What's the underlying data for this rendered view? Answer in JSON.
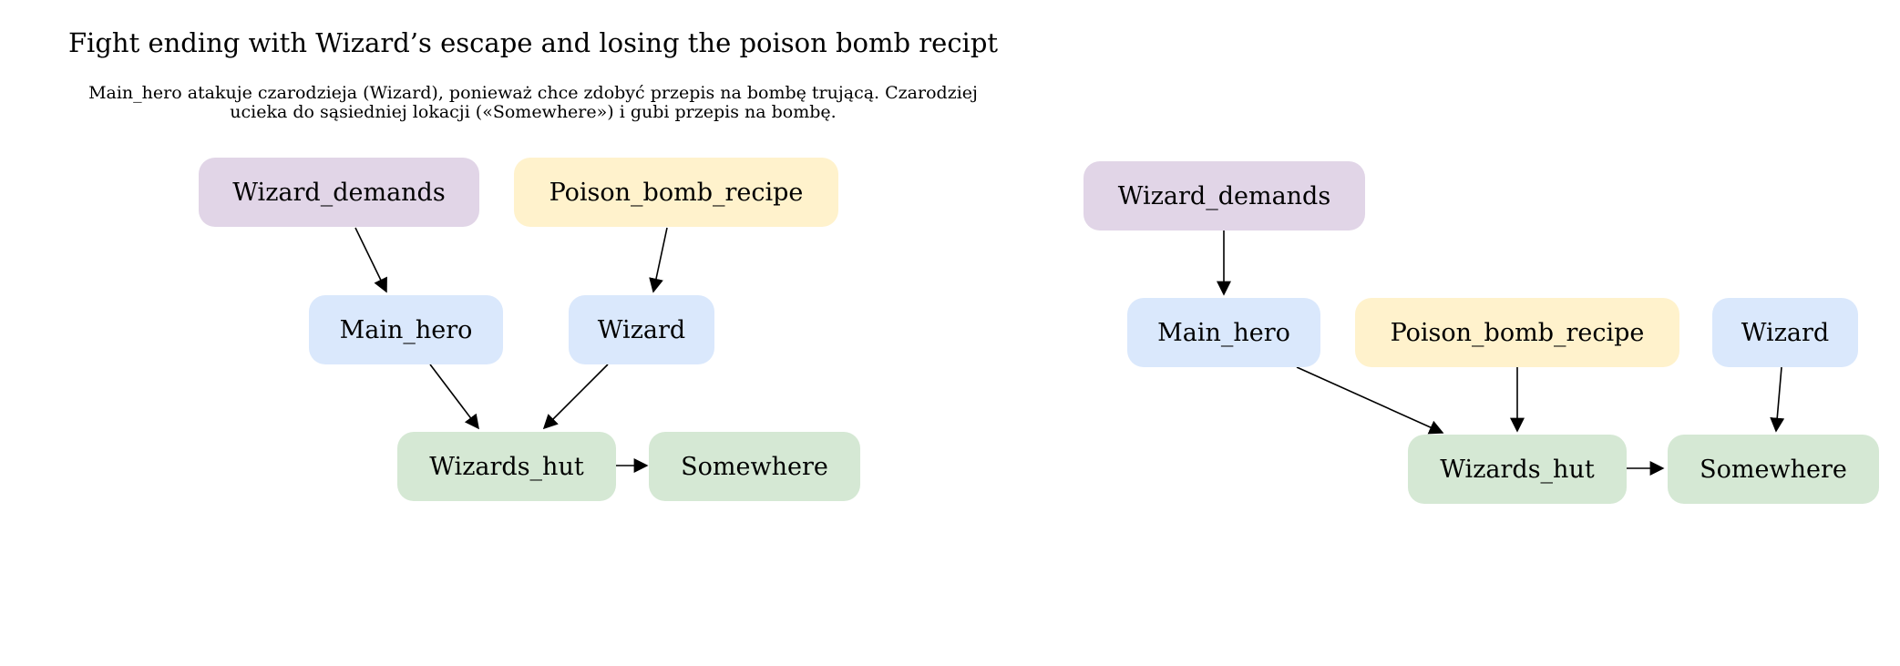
{
  "title": "Fight ending with Wizard’s escape and losing the poison bomb recipt",
  "subtitle_lines": [
    "Main_hero atakuje czarodzieja (Wizard), ponieważ chce zdobyć przepis na bombę trującą. Czarodziej",
    "ucieka do sąsiedniej lokacji («Somewhere») i gubi przepis na bombę."
  ],
  "colors": {
    "demands": "#e1d5e7",
    "item": "#fff2cc",
    "character": "#dae8fc",
    "location": "#d5e8d4",
    "edge": "#000000"
  },
  "left_graph": {
    "nodes": {
      "wizard_demands": "Wizard_demands",
      "poison_bomb_recipe": "Poison_bomb_recipe",
      "main_hero": "Main_hero",
      "wizard": "Wizard",
      "wizards_hut": "Wizards_hut",
      "somewhere": "Somewhere"
    },
    "edges": [
      [
        "wizard_demands",
        "main_hero"
      ],
      [
        "poison_bomb_recipe",
        "wizard"
      ],
      [
        "main_hero",
        "wizards_hut"
      ],
      [
        "wizard",
        "wizards_hut"
      ],
      [
        "wizards_hut",
        "somewhere"
      ]
    ]
  },
  "right_graph": {
    "nodes": {
      "wizard_demands": "Wizard_demands",
      "main_hero": "Main_hero",
      "poison_bomb_recipe": "Poison_bomb_recipe",
      "wizard": "Wizard",
      "wizards_hut": "Wizards_hut",
      "somewhere": "Somewhere"
    },
    "edges": [
      [
        "wizard_demands",
        "main_hero"
      ],
      [
        "main_hero",
        "wizards_hut"
      ],
      [
        "poison_bomb_recipe",
        "wizards_hut"
      ],
      [
        "wizard",
        "somewhere"
      ],
      [
        "wizards_hut",
        "somewhere"
      ]
    ]
  }
}
